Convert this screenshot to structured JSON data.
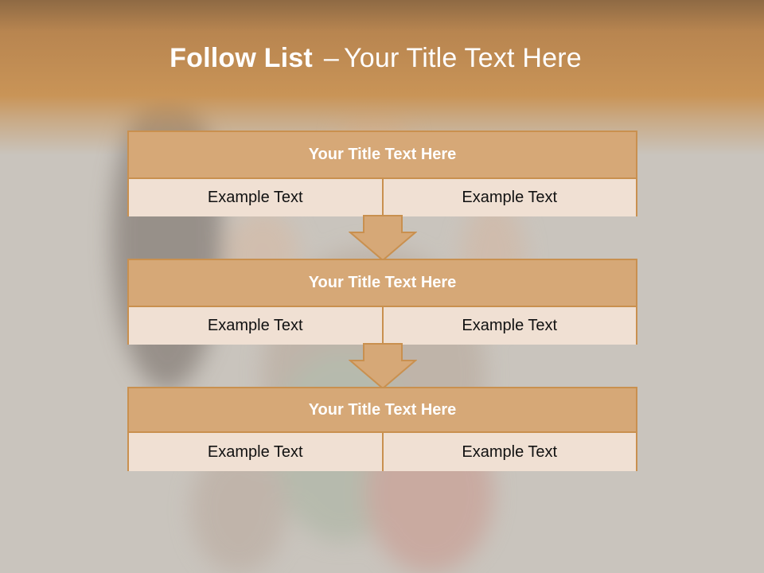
{
  "slide": {
    "title_bold": "Follow List",
    "title_dash": "–",
    "title_rest": "Your Title Text Here"
  },
  "colors": {
    "header_dark": "#8e6a44",
    "header_light": "#c99457",
    "card_header": "#d6a877",
    "card_body": "#f0e0d3",
    "card_border": "#c9904f",
    "background": "#c9c4bd"
  },
  "steps": [
    {
      "title": "Your Title Text Here",
      "left": "Example Text",
      "right": "Example Text"
    },
    {
      "title": "Your Title Text Here",
      "left": "Example Text",
      "right": "Example Text"
    },
    {
      "title": "Your Title Text Here",
      "left": "Example Text",
      "right": "Example Text"
    }
  ]
}
